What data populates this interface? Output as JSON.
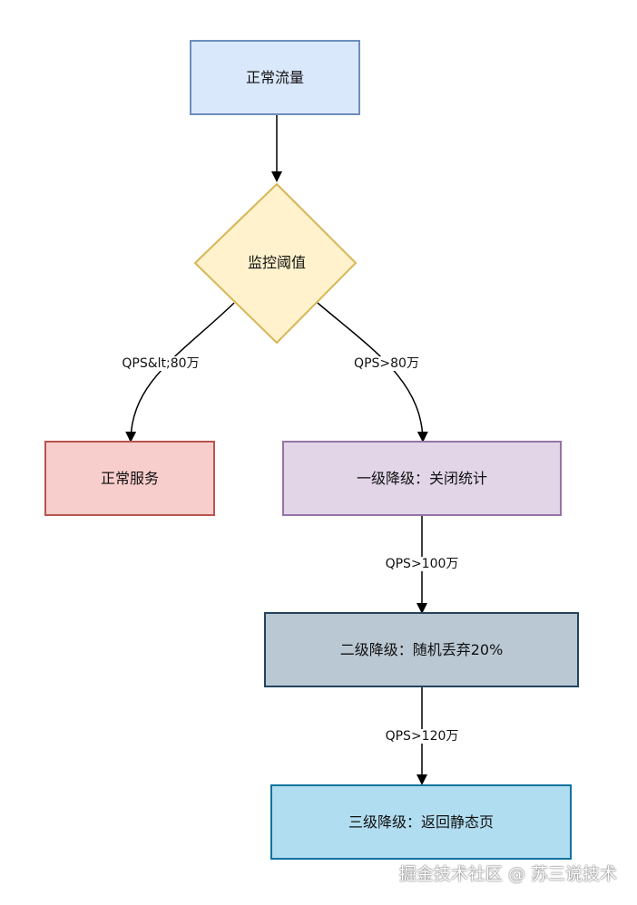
{
  "nodes": {
    "normal_traffic": {
      "label": "正常流量",
      "fill": "#dae8fc",
      "stroke": "#6c8ebf"
    },
    "monitor_threshold": {
      "label": "监控阈值",
      "fill": "#fff2cc",
      "stroke": "#d6b656"
    },
    "normal_service": {
      "label": "正常服务",
      "fill": "#f8cecc",
      "stroke": "#b85450"
    },
    "level1": {
      "label": "一级降级：关闭统计",
      "fill": "#e1d5e7",
      "stroke": "#9673a6"
    },
    "level2": {
      "label": "二级降级：随机丢弃20%",
      "fill": "#bac8d3",
      "stroke": "#23445d"
    },
    "level3": {
      "label": "三级降级：返回静态页",
      "fill": "#b1ddf0",
      "stroke": "#10739e"
    }
  },
  "edges": {
    "to_normal_service": "QPS&lt;80万",
    "to_level1": "QPS>80万",
    "to_level2": "QPS>100万",
    "to_level3": "QPS>120万"
  },
  "watermark": "掘金技术社区 @ 苏三说技术"
}
